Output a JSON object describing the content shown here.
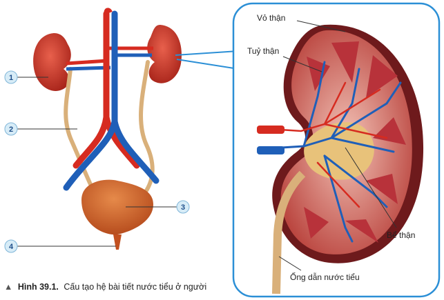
{
  "figure": {
    "caption_marker": "▲",
    "caption_label": "Hình 39.1.",
    "caption_text": "Cấu tạo hệ bài tiết nước tiểu ở người"
  },
  "left_labels": {
    "label_1": "1",
    "label_2": "2",
    "label_3": "3",
    "label_4": "4"
  },
  "detail_labels": {
    "cortex": "Vỏ thận",
    "medulla": "Tuỷ thận",
    "pelvis": "Bể thận",
    "ureter": "Ống dẫn nước tiểu"
  },
  "colors": {
    "kidney": "#c0392b",
    "artery": "#d62b20",
    "vein": "#1f5fb8",
    "ureter": "#d9b07a",
    "bladder": "#c7561f",
    "callout": "#2b8fd6",
    "badge": "#d7ecf7"
  }
}
